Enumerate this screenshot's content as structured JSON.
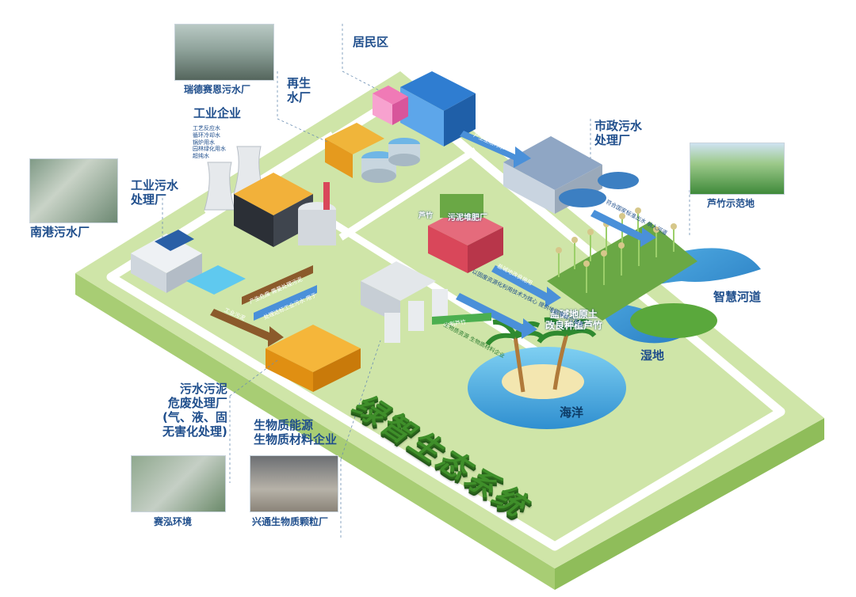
{
  "title": "绿智生态系统",
  "labels": {
    "residential": "居民区",
    "recycled_water_plant": "再生\n水厂",
    "ruide_plant": "瑞德赛恩污水厂",
    "industrial_enterprise": "工业企业",
    "industrial_uses": [
      "工艺反应水",
      "循环冷却水",
      "锅炉用水",
      "园林绿化用水",
      "超纯水"
    ],
    "industrial_wwtp": "工业污水\n处理厂",
    "nangang_plant": "南港污水厂",
    "municipal_wwtp": "市政污水\n处理厂",
    "reed_demo": "芦竹示范地",
    "smart_river": "智慧河道",
    "wetland": "湿地",
    "ocean": "海洋",
    "saline_soil": "盐碱地原土\n改良种植芦竹",
    "sludge_hazard": "污水污泥\n危废处理厂\n(气、液、固\n无害化处理)",
    "biomass": "生物质能源\n生物质材料企业",
    "saihong": "赛泓环境",
    "xingtong": "兴通生物质颗粒厂",
    "sludge_fertilizer": "污泥堆肥厂",
    "reed_small": "芦竹"
  },
  "flow_tags": {
    "domestic_sewage": "产生生活污水",
    "treated_discharge": "符合国家标准出水 纳入河道",
    "saline_improve": "盐碱地改良施用",
    "sludge_tech": "以固废资源化利用技术为核心  提供堆肥等综合服务",
    "reed_harvest": "收割芦竹",
    "biomass_material": "生物质资源 生物质材料企业",
    "industrial_hazard": "产生危废 需要处理污泥",
    "industrial_sewage": "工业污泥",
    "industrial_output": "处理达标工业污水 用于"
  },
  "colors": {
    "platform_top": "#cfe5a8",
    "platform_side": "#a8cd74",
    "road": "#ffffff",
    "label_blue": "#1f4e8c",
    "arrow_blue": "#4a90d9",
    "arrow_brown": "#8b5a2b",
    "arrow_green": "#4caf50",
    "water": "#4fb3e8",
    "sand": "#f3e6b0",
    "building_orange": "#f5a623",
    "building_red": "#d9475a",
    "title_green": "#3f8f2a"
  },
  "icons": [
    "building-icon",
    "cooling-tower-icon",
    "palm-tree-icon",
    "solar-panel-icon",
    "reed-field-icon"
  ]
}
